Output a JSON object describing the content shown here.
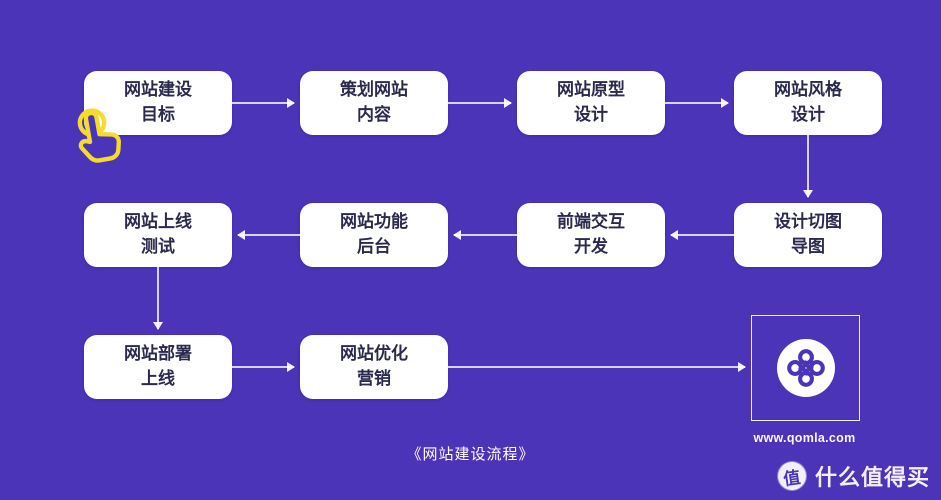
{
  "diagram": {
    "caption": "《网站建设流程》",
    "nodes": [
      "网站建设\n目标",
      "策划网站\n内容",
      "网站原型\n设计",
      "网站风格\n设计",
      "网站上线\n测试",
      "网站功能\n后台",
      "前端交互\n开发",
      "设计切图\n导图",
      "网站部署\n上线",
      "网站优化\n营销"
    ],
    "colors": {
      "background": "#4B34B8",
      "node_background": "#FFFFFF",
      "node_text": "#2B2A4E",
      "arrow": "#FFFFFF",
      "tap_hand_accent": "#F5DB2D"
    }
  },
  "logo": {
    "url": "www.qomla.com"
  },
  "watermark": {
    "badge": "值",
    "text": "什么值得买"
  }
}
